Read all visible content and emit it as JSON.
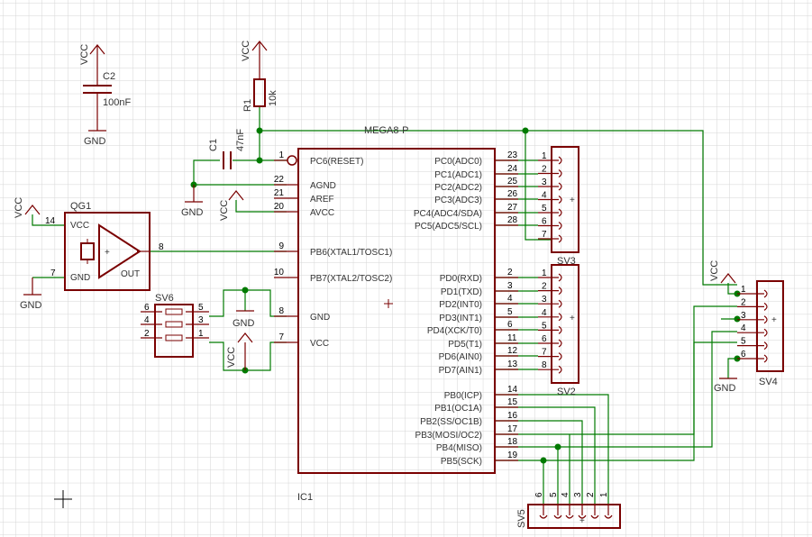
{
  "colors": {
    "background": "#ffffff",
    "grid": "#d8d8d8",
    "part": "#7a0000",
    "net": "#007a00",
    "text": "#333333"
  },
  "mcu": {
    "label": "MEGA8-P",
    "ref": "IC1",
    "left_pins": [
      {
        "num": "1",
        "name": "PC6(RESET)"
      },
      {
        "num": "22",
        "name": "AGND"
      },
      {
        "num": "21",
        "name": "AREF"
      },
      {
        "num": "20",
        "name": "AVCC"
      },
      {
        "num": "9",
        "name": "PB6(XTAL1/TOSC1)"
      },
      {
        "num": "10",
        "name": "PB7(XTAL2/TOSC2)"
      },
      {
        "num": "8",
        "name": "GND"
      },
      {
        "num": "7",
        "name": "VCC"
      }
    ],
    "right_pins": [
      {
        "num": "23",
        "name": "PC0(ADC0)"
      },
      {
        "num": "24",
        "name": "PC1(ADC1)"
      },
      {
        "num": "25",
        "name": "PC2(ADC2)"
      },
      {
        "num": "26",
        "name": "PC3(ADC3)"
      },
      {
        "num": "27",
        "name": "PC4(ADC4/SDA)"
      },
      {
        "num": "28",
        "name": "PC5(ADC5/SCL)"
      },
      {
        "num": "2",
        "name": "PD0(RXD)"
      },
      {
        "num": "3",
        "name": "PD1(TXD)"
      },
      {
        "num": "4",
        "name": "PD2(INT0)"
      },
      {
        "num": "5",
        "name": "PD3(INT1)"
      },
      {
        "num": "6",
        "name": "PD4(XCK/T0)"
      },
      {
        "num": "11",
        "name": "PD5(T1)"
      },
      {
        "num": "12",
        "name": "PD6(AIN0)"
      },
      {
        "num": "13",
        "name": "PD7(AIN1)"
      },
      {
        "num": "14",
        "name": "PB0(ICP)"
      },
      {
        "num": "15",
        "name": "PB1(OC1A)"
      },
      {
        "num": "16",
        "name": "PB2(SS/OC1B)"
      },
      {
        "num": "17",
        "name": "PB3(MOSI/OC2)"
      },
      {
        "num": "18",
        "name": "PB4(MISO)"
      },
      {
        "num": "19",
        "name": "PB5(SCK)"
      }
    ]
  },
  "c2": {
    "ref": "C2",
    "value": "100nF"
  },
  "c1": {
    "ref": "C1",
    "value": "47nF"
  },
  "r1": {
    "ref": "R1",
    "value": "10k"
  },
  "qg1": {
    "ref": "QG1",
    "pin_vcc": "14",
    "pin_gnd": "7",
    "pin_out": "8",
    "lbl_vcc": "VCC",
    "lbl_gnd": "GND",
    "lbl_out": "OUT",
    "plus": "+"
  },
  "sv6": {
    "ref": "SV6",
    "pins_left": [
      "6",
      "4",
      "2"
    ],
    "pins_right": [
      "5",
      "3",
      "1"
    ]
  },
  "sv3": {
    "ref": "SV3",
    "pins": [
      "1",
      "2",
      "3",
      "4",
      "5",
      "6",
      "7"
    ],
    "plus": "+"
  },
  "sv2": {
    "ref": "SV2",
    "pins": [
      "1",
      "2",
      "3",
      "4",
      "5",
      "6",
      "7",
      "8"
    ],
    "plus": "+"
  },
  "sv4": {
    "ref": "SV4",
    "pins": [
      "1",
      "2",
      "3",
      "4",
      "5",
      "6"
    ],
    "plus": "+"
  },
  "sv5": {
    "ref": "SV5",
    "pins": [
      "6",
      "5",
      "4",
      "3",
      "2",
      "1"
    ],
    "plus": "+"
  },
  "power": {
    "vcc": "VCC",
    "gnd": "GND"
  }
}
